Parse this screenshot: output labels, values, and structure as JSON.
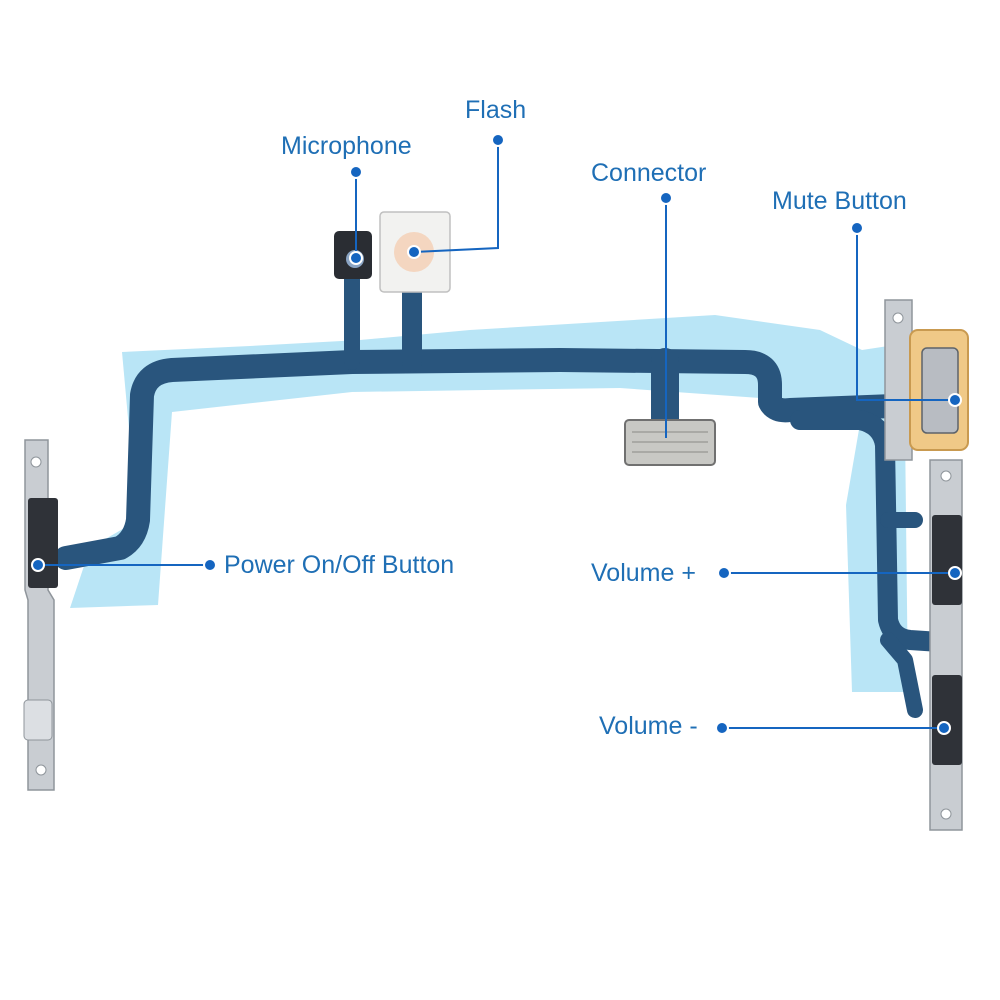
{
  "theme": {
    "label_color": "#1f6fb5",
    "dot_color": "#1565c0",
    "flex_cable_color": "#29557d",
    "tape_color": "#7fd0ee",
    "metal_color": "#c9cdd2",
    "background": "#ffffff"
  },
  "callouts": {
    "microphone": "Microphone",
    "flash": "Flash",
    "connector": "Connector",
    "mute_button": "Mute Button",
    "power_button": "Power On/Off Button",
    "volume_up": "Volume +",
    "volume_down": "Volume -"
  }
}
